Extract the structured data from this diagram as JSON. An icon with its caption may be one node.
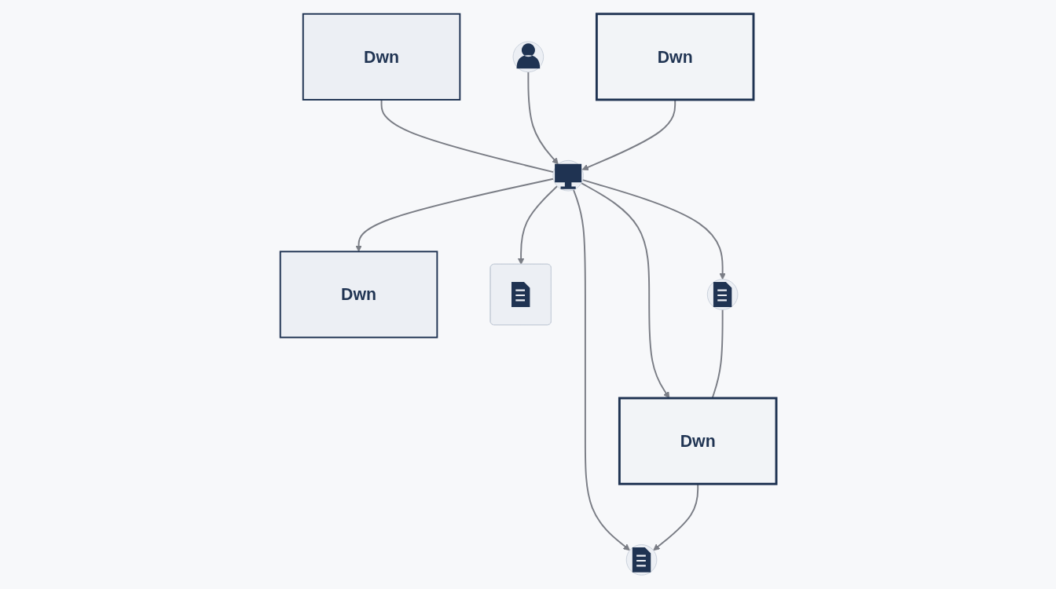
{
  "diagram": {
    "nodes": [
      {
        "text": [
          "Dwn"
        ]
      },
      {
        "text": [],
        "shape": "person"
      },
      {
        "text": [
          "Dwn"
        ]
      },
      {
        "text": [
          "Dwn"
        ]
      },
      {
        "text": [],
        "shape": "picture"
      },
      {
        "text": [],
        "shape": "picture"
      },
      {
        "text": [],
        "shape": "picture"
      },
      {
        "text": [
          "Dwn"
        ]
      },
      {
        "text": [],
        "shape": "picture"
      }
    ],
    "edges": [
      {
        "from": 0,
        "to": 4,
        "arrow": "none"
      },
      {
        "from": 1,
        "to": 4,
        "arrow": "to"
      },
      {
        "from": 4,
        "to": 2,
        "arrow": "to"
      },
      {
        "from": 3,
        "to": 4,
        "arrow": "to"
      },
      {
        "from": 4,
        "to": 5,
        "arrow": "to"
      },
      {
        "from": 4,
        "to": 6,
        "arrow": "to"
      },
      {
        "from": 4,
        "to": 7,
        "arrow": "to"
      },
      {
        "from": 4,
        "to": 8,
        "arrow": "to"
      },
      {
        "from": 6,
        "to": 7,
        "arrow": "none"
      },
      {
        "from": 7,
        "to": 8,
        "arrow": "to"
      }
    ]
  }
}
